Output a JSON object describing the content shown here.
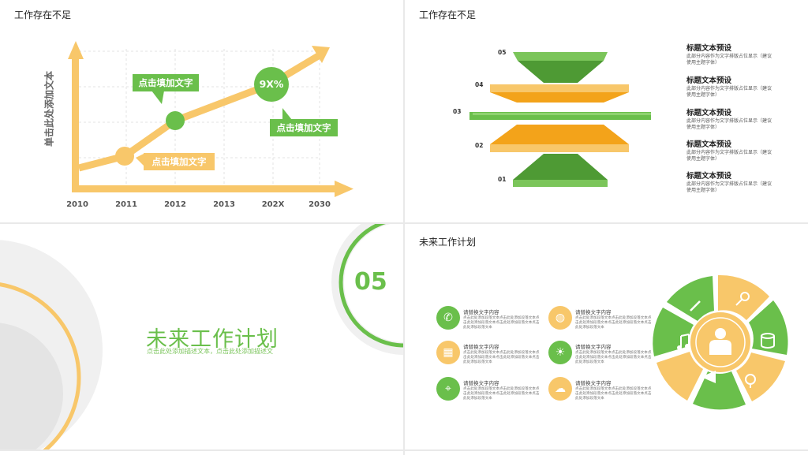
{
  "slide1": {
    "title": "工作存在不足",
    "ylabel": "单击此处添加文本",
    "years": [
      "2010",
      "2011",
      "2012",
      "2013",
      "202X",
      "2030"
    ],
    "callout_a": "点击填加文字",
    "callout_b": "点击填加文字",
    "callout_c": "点击填加文字",
    "badge": "9X%",
    "colors": {
      "green": "#6abf4b",
      "yellow": "#f8c76a"
    }
  },
  "slide2": {
    "title": "工作存在不足",
    "levels": [
      "05",
      "04",
      "03",
      "02",
      "01"
    ],
    "items": [
      {
        "title": "标题文本预设",
        "desc": "此部分内容作为文字排版占位显示（建议使用主题字体）"
      },
      {
        "title": "标题文本预设",
        "desc": "此部分内容作为文字排版占位显示（建议使用主题字体）"
      },
      {
        "title": "标题文本预设",
        "desc": "此部分内容作为文字排版占位显示（建议使用主题字体）"
      },
      {
        "title": "标题文本预设",
        "desc": "此部分内容作为文字排版占位显示（建议使用主题字体）"
      },
      {
        "title": "标题文本预设",
        "desc": "此部分内容作为文字排版占位显示（建议使用主题字体）"
      }
    ]
  },
  "slide3": {
    "number": "05",
    "title": "未来工作计划",
    "subtitle": "点击此处添加描述文本，点击此处添加描述文"
  },
  "slide4": {
    "title": "未来工作计划",
    "items": [
      {
        "icon": "phone-icon",
        "title": "请替换文字内容",
        "desc": "点击此处添加段落文本点击此处添加段落文本点击此处添加段落文本点击此处添加段落文本点击此处添加段落文本"
      },
      {
        "icon": "globe-icon",
        "title": "请替换文字内容",
        "desc": "点击此处添加段落文本点击此处添加段落文本点击此处添加段落文本点击此处添加段落文本点击此处添加段落文本"
      },
      {
        "icon": "calendar-icon",
        "title": "请替换文字内容",
        "desc": "点击此处添加段落文本点击此处添加段落文本点击此处添加段落文本点击此处添加段落文本点击此处添加段落文本"
      },
      {
        "icon": "lightbulb-icon",
        "title": "请替换文字内容",
        "desc": "点击此处添加段落文本点击此处添加段落文本点击此处添加段落文本点击此处添加段落文本点击此处添加段落文本"
      },
      {
        "icon": "location-icon",
        "title": "请替换文字内容",
        "desc": "点击此处添加段落文本点击此处添加段落文本点击此处添加段落文本点击此处添加段落文本点击此处添加段落文本"
      },
      {
        "icon": "cloud-download-icon",
        "title": "请替换文字内容",
        "desc": "点击此处添加段落文本点击此处添加段落文本点击此处添加段落文本点击此处添加段落文本点击此处添加段落文本"
      }
    ],
    "wheel_icons": [
      "pen-icon",
      "key-icon",
      "database-icon",
      "location-pin-icon",
      "megaphone-icon",
      "music-icon",
      "person-icon"
    ]
  }
}
